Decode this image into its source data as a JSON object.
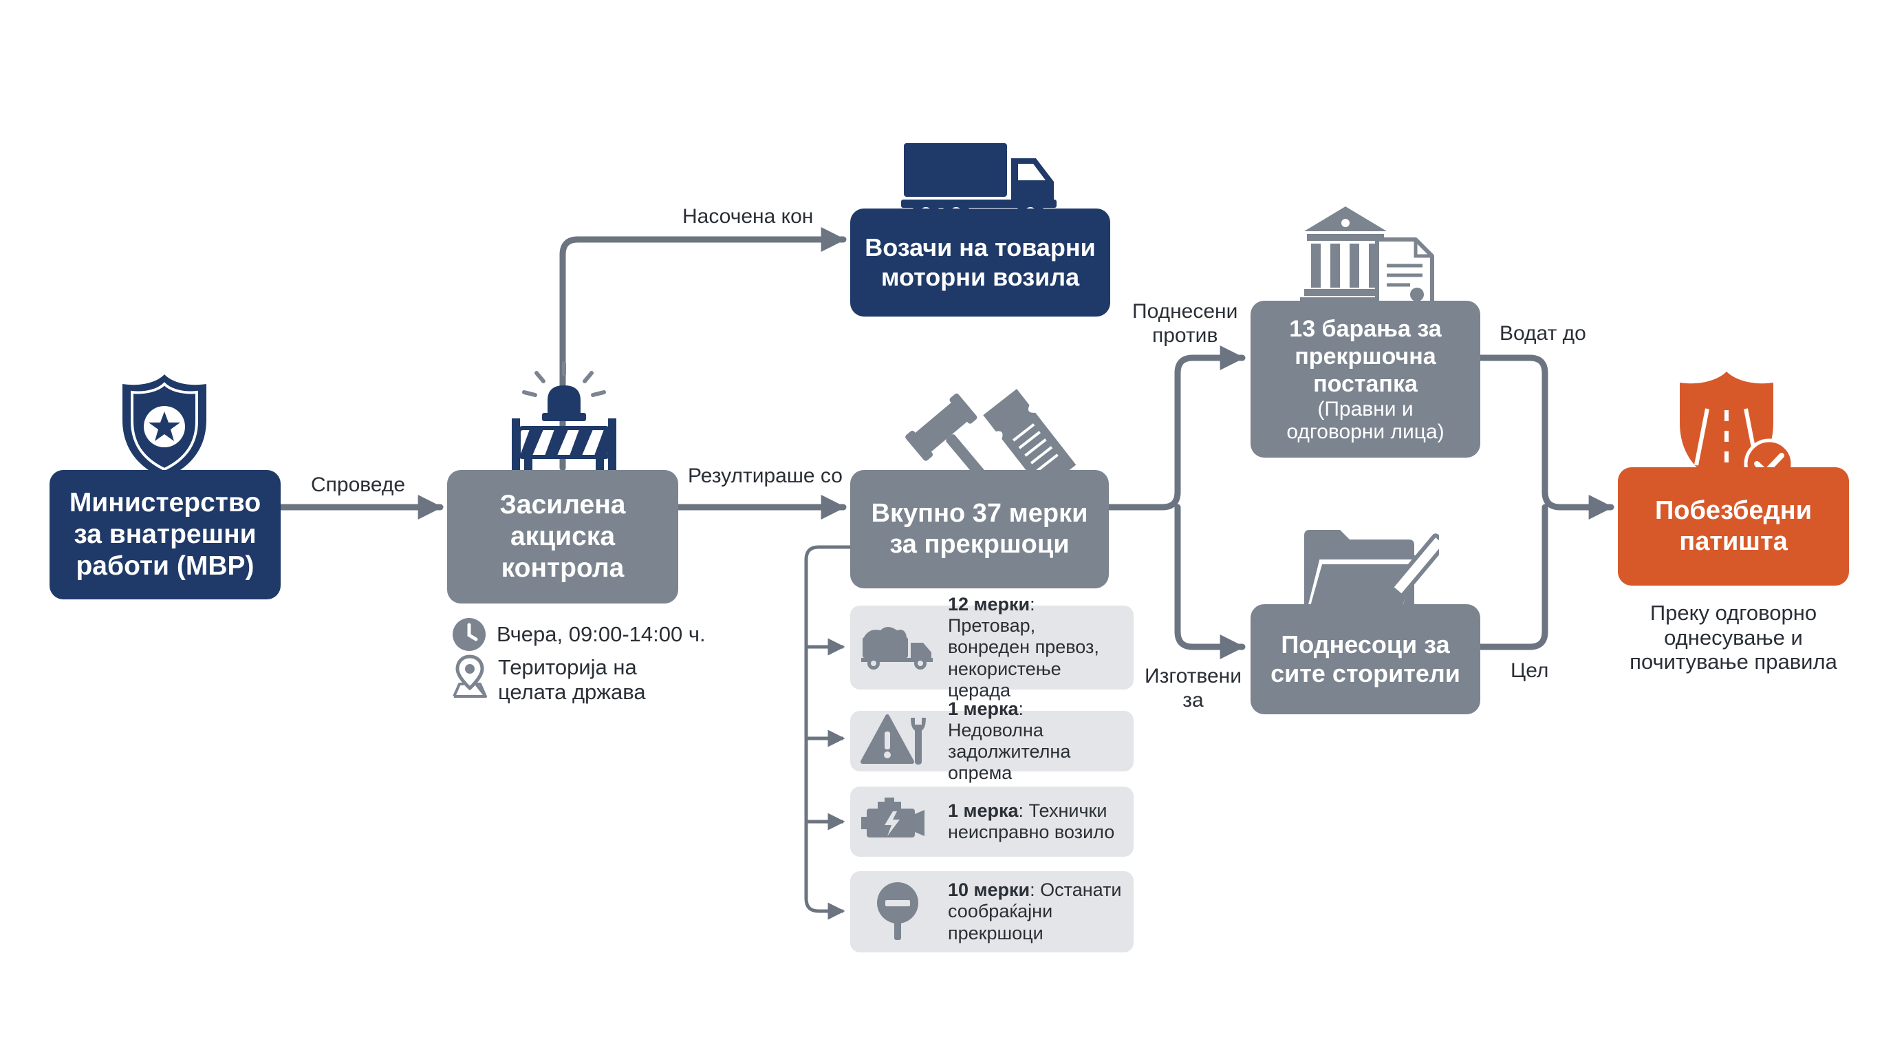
{
  "nodes": {
    "ministry": "Министерство\nза внатрешни\nработи (МВР)",
    "control": "Засилена\nакциска\nконтрола",
    "drivers": "Возачи на товарни\nмоторни возила",
    "total": "Вкупно 37 мерки\nза прекршоци",
    "requests_main": "13 барања за\nпрекршочна\nпостапка",
    "requests_sub": "(Правни и\nодговорни лица)",
    "reports": "Поднесоци за\nсите сторители",
    "safer": "Побезбедни\nпатишта"
  },
  "edge_labels": {
    "conducts": "Спроведе",
    "targeted": "Насочена кон",
    "results": "Резултираше со",
    "filed_against": "Поднесени\nпротив",
    "prepared_for": "Изготвени\nза",
    "lead_to": "Водат до",
    "goal": "Цел"
  },
  "control_info": {
    "time": "Вчера, 09:00-14:00 ч.",
    "territory": "Територија на\nцелата држава"
  },
  "measures": [
    {
      "count": "12 мерки",
      "desc": "Претовар,\nвонреден превоз,\nнекористење церада",
      "icon": "truck-icon"
    },
    {
      "count": "1 мерка",
      "desc": "Недоволна\nзадолжителна опрема",
      "icon": "warning-wrench-icon"
    },
    {
      "count": "1 мерка",
      "desc": "Технички\nнеисправно возило",
      "icon": "engine-icon"
    },
    {
      "count": "10 мерки",
      "desc": "Останати\nсообраќајни\nпрекршоци",
      "icon": "no-entry-sign-icon"
    }
  ],
  "footnote": "Преку одговорно\nоднесување и\nпочитување правила",
  "colors": {
    "navy": "#1f3a68",
    "gray": "#7b848f",
    "orange": "#d7592a",
    "card": "#e3e5e8",
    "line": "#6b7480"
  }
}
